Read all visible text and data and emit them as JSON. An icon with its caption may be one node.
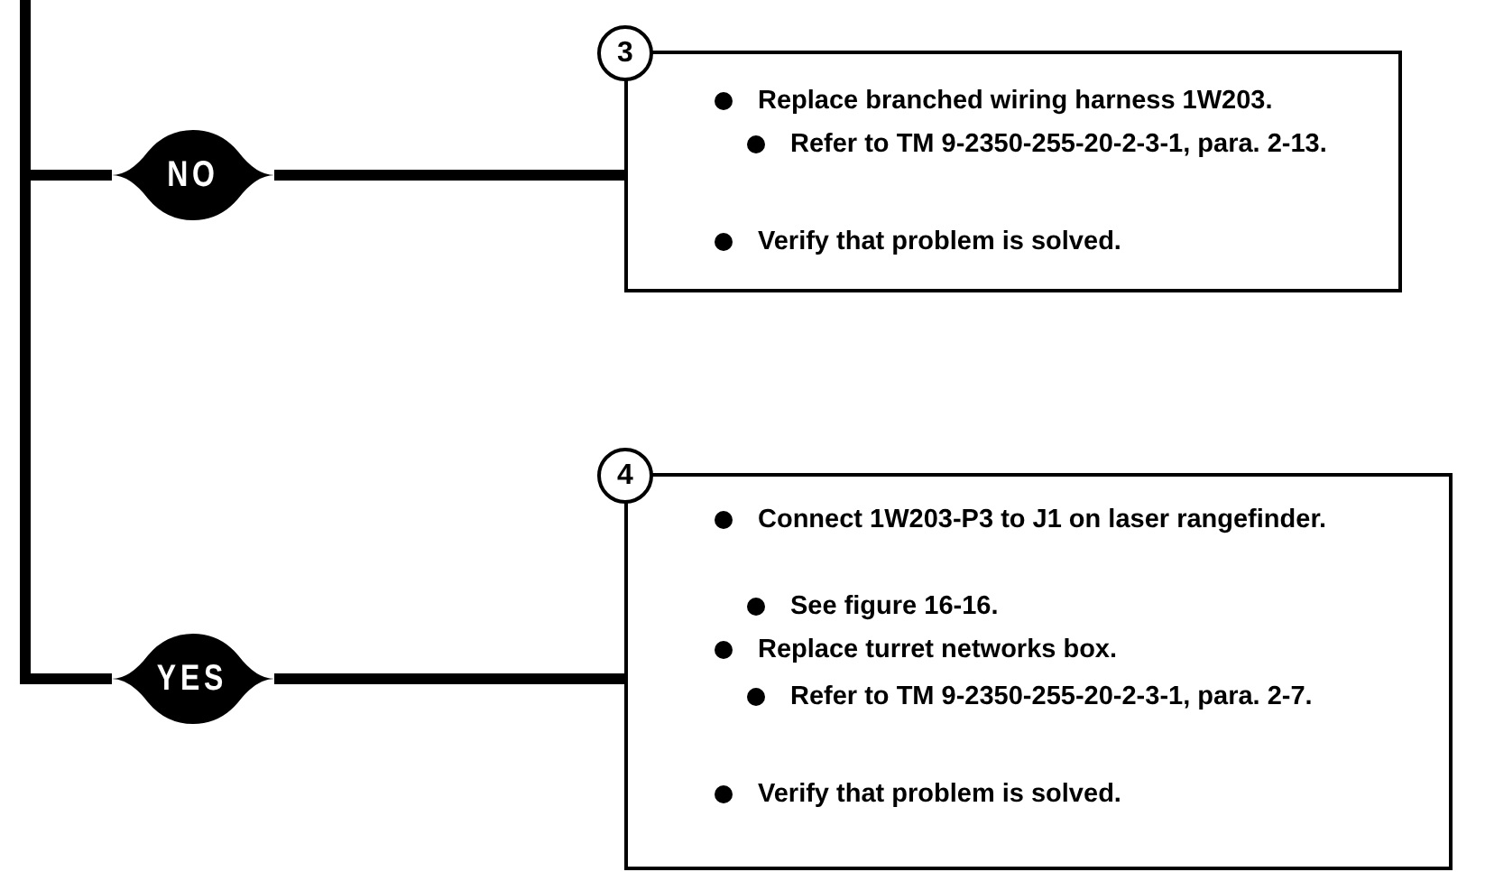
{
  "diagram": {
    "nodes": [
      {
        "text": [
          "3"
        ]
      },
      {
        "text": [
          "NO"
        ]
      },
      {
        "text": [
          "Replace branched wiring harness 1W203.",
          "Refer to TM 9-2350-255-20-2-3-1, para. 2-13.",
          "Verify that problem is solved."
        ]
      },
      {
        "text": [
          "4"
        ]
      },
      {
        "text": [
          "YES"
        ]
      },
      {
        "text": [
          "Connect 1W203-P3 to J1 on laser rangefinder.",
          "See figure 16-16.",
          "Replace turret networks box.",
          "Refer to TM 9-2350-255-20-2-3-1, para. 2-7.",
          "Verify that problem is solved."
        ]
      }
    ],
    "edges": [
      {
        "from": null,
        "to": 1,
        "arrow": "none"
      },
      {
        "from": 1,
        "to": 2,
        "arrow": "none"
      },
      {
        "from": null,
        "to": 4,
        "arrow": "none"
      },
      {
        "from": 4,
        "to": 5,
        "arrow": "none"
      }
    ]
  }
}
